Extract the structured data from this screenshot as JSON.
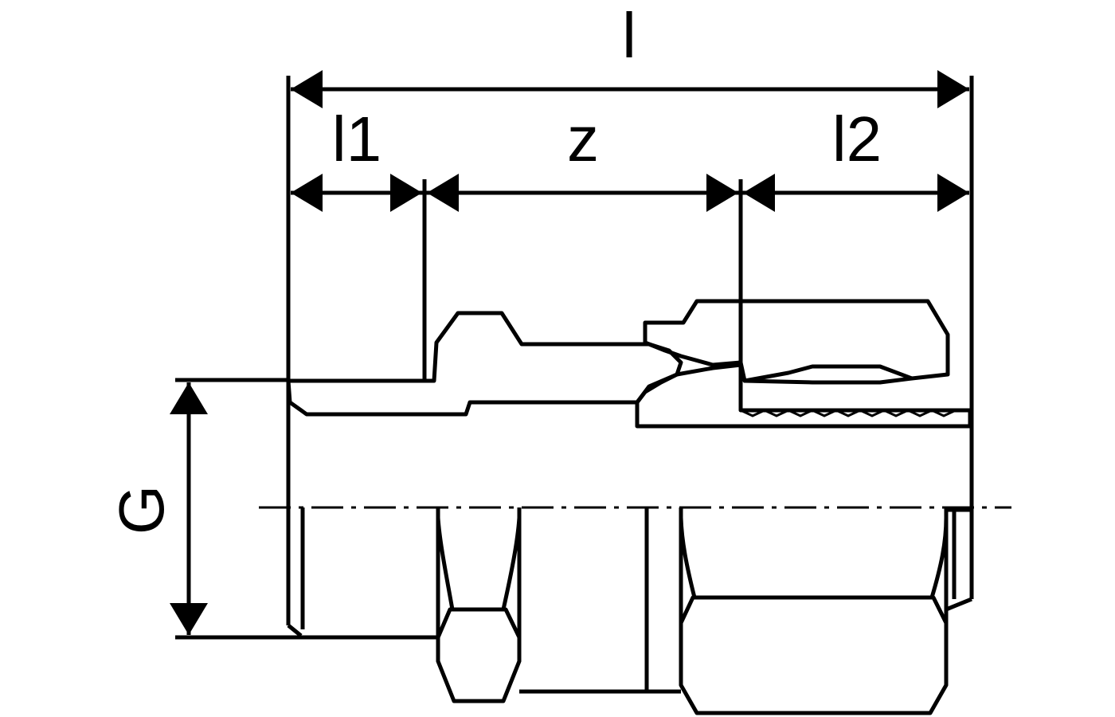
{
  "drawing": {
    "dimensions": {
      "overall_length": "l",
      "left_length": "l1",
      "middle_length": "z",
      "right_length": "l2",
      "thread_size": "G"
    },
    "colors": {
      "line": "#000000",
      "background": "#ffffff"
    }
  }
}
